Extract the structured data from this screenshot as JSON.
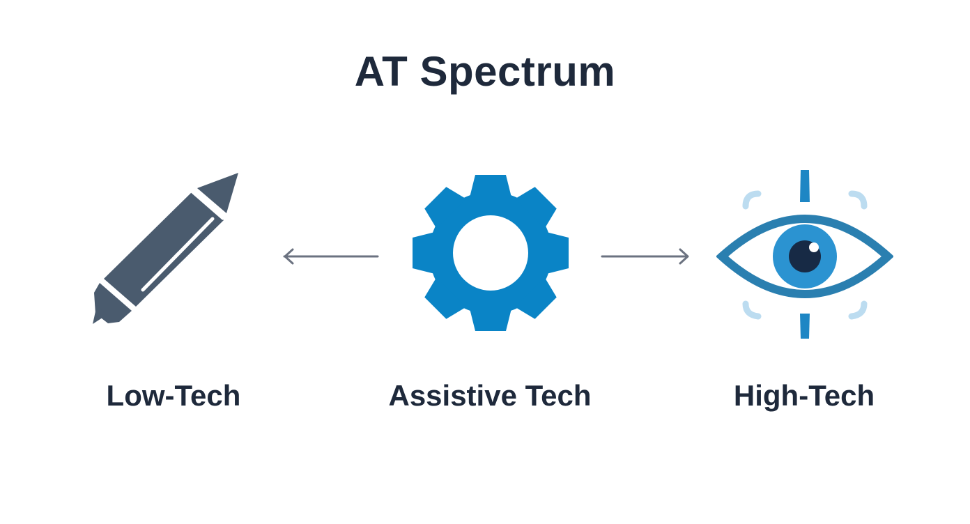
{
  "title": "AT Spectrum",
  "nodes": [
    {
      "id": "low",
      "label": "Low-Tech",
      "icon": "pencil-icon",
      "color": "#4a5b6e"
    },
    {
      "id": "assistive",
      "label": "Assistive Tech",
      "icon": "gear-icon",
      "color": "#0a84c6"
    },
    {
      "id": "high",
      "label": "High-Tech",
      "icon": "eye-tracking-icon",
      "color": "#2a7fb0"
    }
  ],
  "arrows": [
    {
      "direction": "left",
      "from": "assistive",
      "to": "low",
      "color": "#6b7280"
    },
    {
      "direction": "right",
      "from": "assistive",
      "to": "high",
      "color": "#6b7280"
    }
  ],
  "colors": {
    "title": "#1e293b",
    "pencil": "#4a5b6e",
    "gear": "#0a84c6",
    "eye_outline": "#2a7fb0",
    "iris": "#2b93d1",
    "pupil": "#172a45",
    "brackets": "#bcdcf0",
    "arrow": "#6b7280"
  }
}
